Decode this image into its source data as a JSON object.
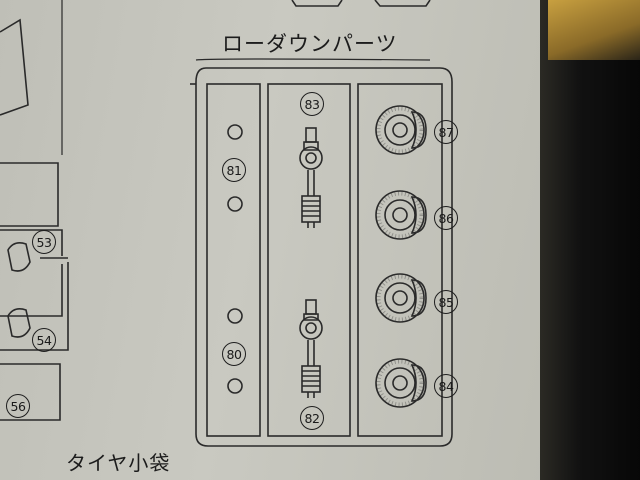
{
  "title": "ローダウンパーツ",
  "subtitle": "タイヤ小袋",
  "parts": {
    "p81": "81",
    "p80": "80",
    "p83": "83",
    "p82": "82",
    "p87": "87",
    "p86": "86",
    "p85": "85",
    "p84": "84"
  },
  "neighbor_parts": {
    "p53": "53",
    "p54": "54",
    "p56": "56"
  }
}
